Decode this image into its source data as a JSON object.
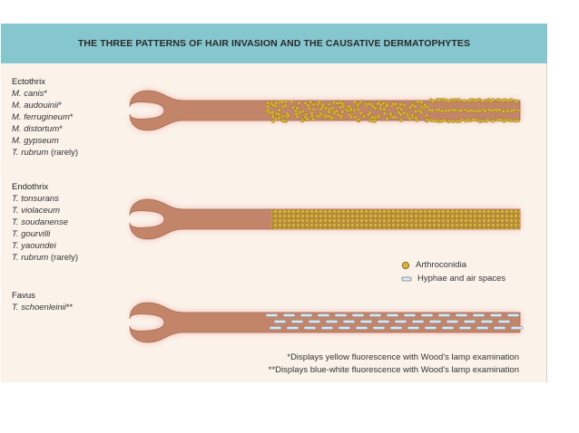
{
  "title": "THE THREE PATTERNS OF HAIR INVASION AND THE CAUSATIVE DERMATOPHYTES",
  "patterns": [
    {
      "name": "Ectothrix",
      "species": [
        {
          "name": "M. canis",
          "suffix": "*"
        },
        {
          "name": "M. audouinii",
          "suffix": "*"
        },
        {
          "name": "M. ferrugineum",
          "suffix": "*"
        },
        {
          "name": "M. distortum",
          "suffix": "*"
        },
        {
          "name": "M. gypseum",
          "suffix": ""
        },
        {
          "name": "T. rubrum",
          "suffix": " (rarely)"
        }
      ]
    },
    {
      "name": "Endothrix",
      "species": [
        {
          "name": "T. tonsurans",
          "suffix": ""
        },
        {
          "name": "T. violaceum",
          "suffix": ""
        },
        {
          "name": "T. soudanense",
          "suffix": ""
        },
        {
          "name": "T. gourvilli",
          "suffix": ""
        },
        {
          "name": "T. yaoundei",
          "suffix": ""
        },
        {
          "name": "T. rubrum",
          "suffix": " (rarely)"
        }
      ]
    },
    {
      "name": "Favus",
      "species": [
        {
          "name": "T. schoenleinii",
          "suffix": "**"
        }
      ]
    }
  ],
  "legend": {
    "arthroconidia": "Arthroconidia",
    "hyphae": "Hyphae and air spaces"
  },
  "footnotes": [
    "*Displays yellow fluorescence with Wood's lamp examination",
    "**Displays blue-white fluorescence with Wood's lamp examination"
  ],
  "colors": {
    "header": "#86c7cf",
    "hair": "#c2856a",
    "halo": "#f2b7b2",
    "spore": "#d9b43c",
    "hyphae": "#dde7ef"
  }
}
